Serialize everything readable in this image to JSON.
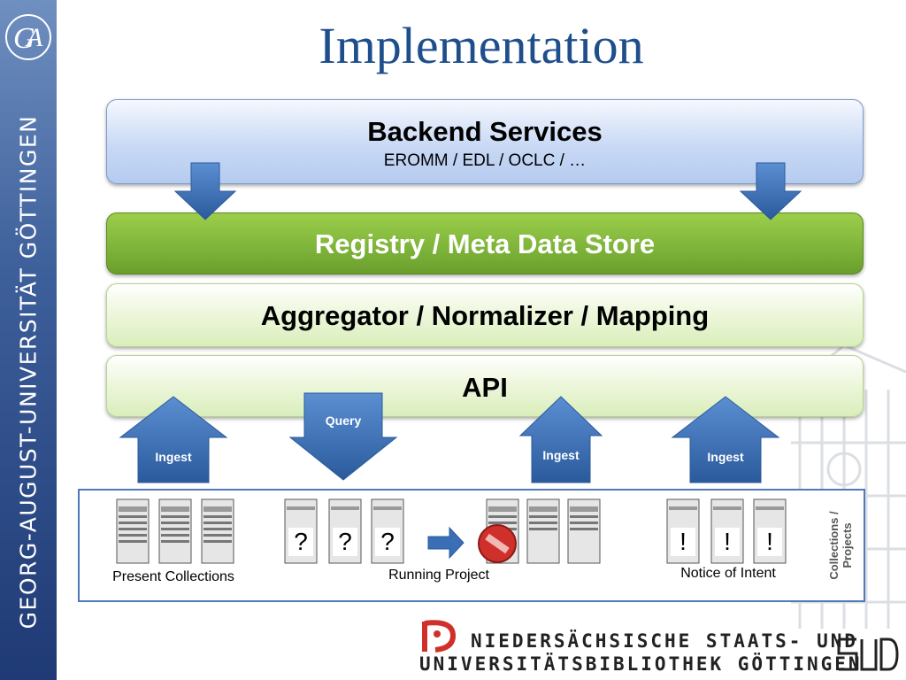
{
  "title": "Implementation",
  "sidebar": {
    "university_name": "GEORG-AUGUST-UNIVERSITÄT  GÖTTINGEN"
  },
  "layers": {
    "backend": {
      "title": "Backend Services",
      "subtitle": "EROMM / EDL / OCLC / …"
    },
    "registry": {
      "label": "Registry / Meta Data Store"
    },
    "aggregator": {
      "label": "Aggregator / Normalizer / Mapping"
    },
    "api": {
      "label": "API"
    }
  },
  "flows": {
    "ingest_1": "Ingest",
    "query": "Query",
    "ingest_2": "Ingest",
    "ingest_3": "Ingest"
  },
  "sources": {
    "present": {
      "label": "Present Collections"
    },
    "running": {
      "label": "Running Project",
      "markers": [
        "?",
        "?",
        "?"
      ]
    },
    "notice": {
      "label": "Notice of Intent",
      "markers": [
        "!",
        "!",
        "!"
      ]
    },
    "side_label_line1": "Collections /",
    "side_label_line2": "Projects"
  },
  "footer": {
    "line1": "NIEDERSÄCHSISCHE STAATS- UND",
    "line2": "UNIVERSITÄTSBIBLIOTHEK GÖTTINGEN"
  },
  "colors": {
    "title": "#1f4e8c",
    "arrow_blue": "#3a6fb5",
    "registry_green": "#7db33a",
    "source_border": "#4f79b8"
  }
}
